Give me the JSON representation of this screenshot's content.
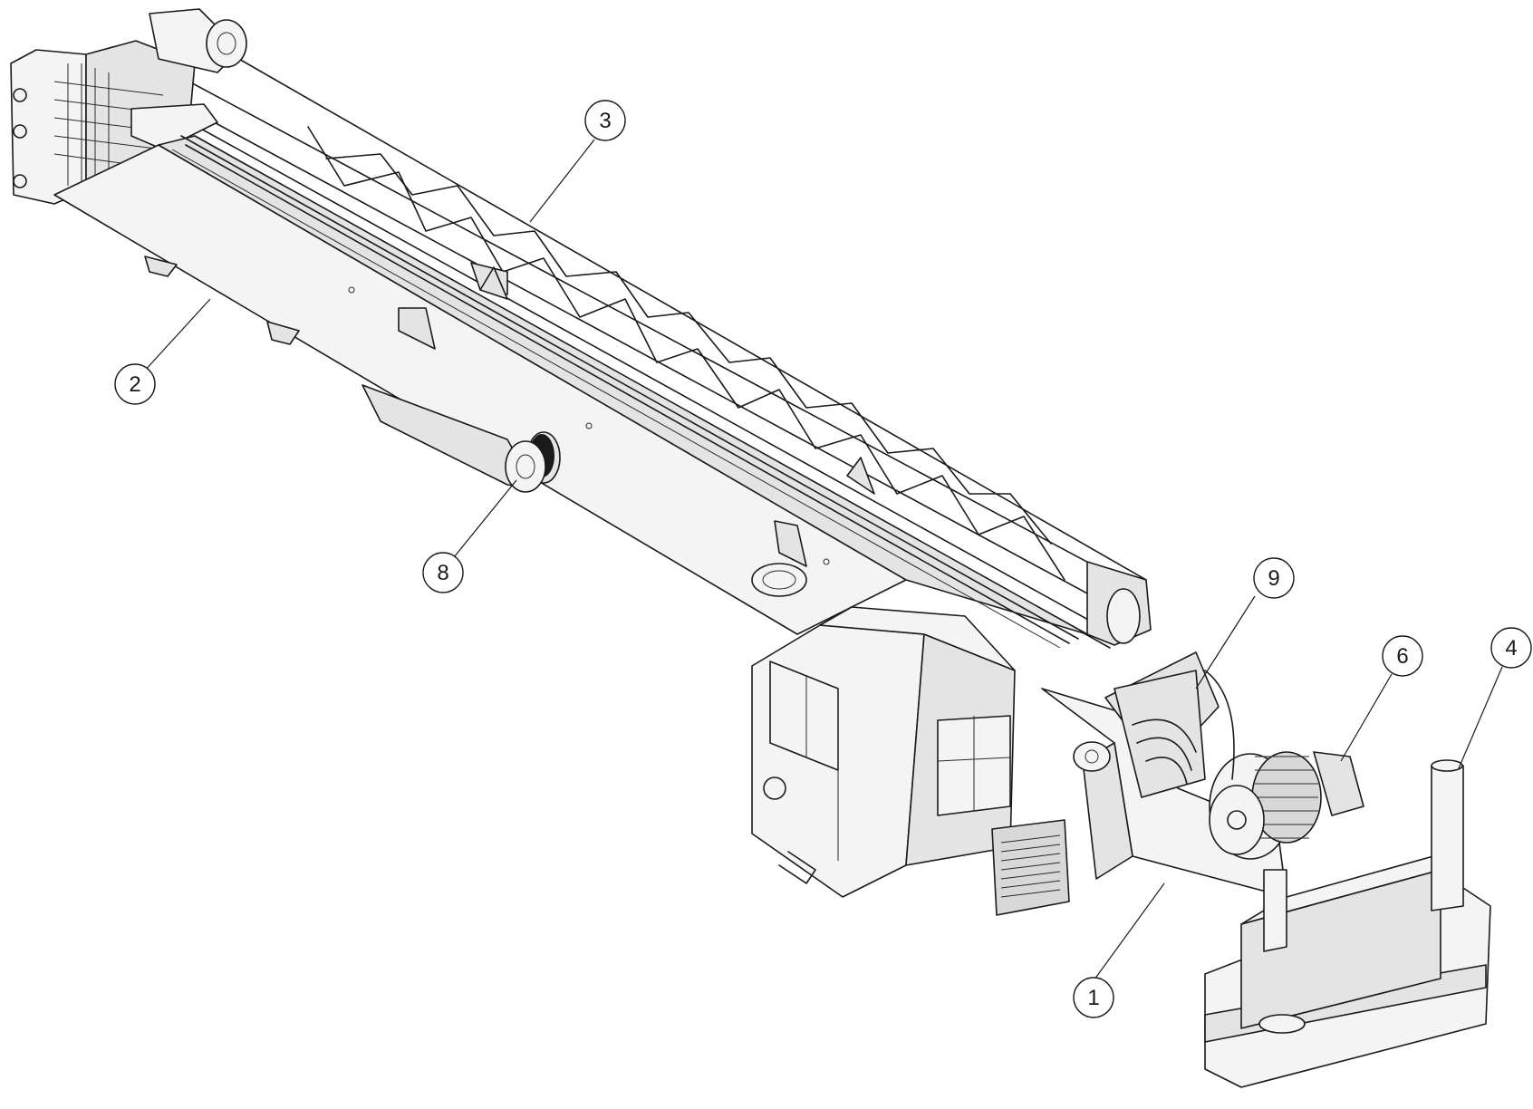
{
  "callouts": [
    {
      "id": "c1",
      "label": "1"
    },
    {
      "id": "c2",
      "label": "2"
    },
    {
      "id": "c3",
      "label": "3"
    },
    {
      "id": "c4",
      "label": "4"
    },
    {
      "id": "c6",
      "label": "6"
    },
    {
      "id": "c8",
      "label": "8"
    },
    {
      "id": "c9",
      "label": "9"
    }
  ]
}
